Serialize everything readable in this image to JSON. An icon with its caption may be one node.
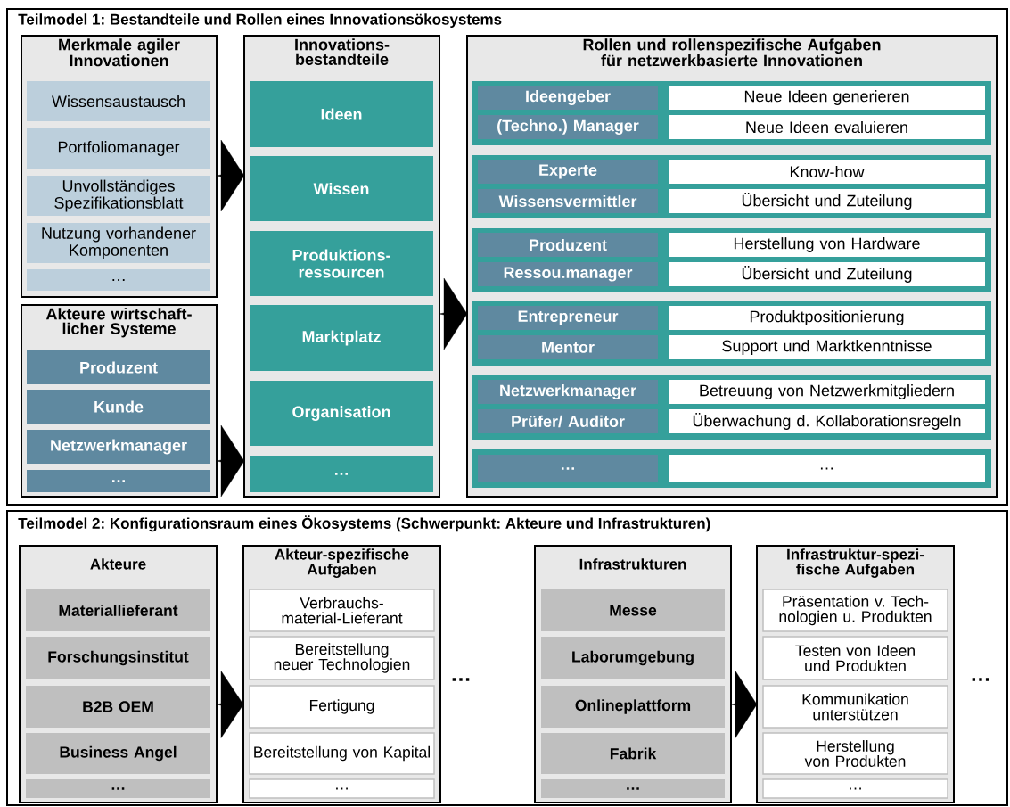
{
  "diagram": {
    "nodes": [
      {
        "text": [
          "Teilmodel 1: Bestandteile und Rollen eines Innovationsökosystems"
        ]
      },
      {
        "text": [
          "Merkmale agiler Innovationen"
        ],
        "in": 0
      },
      {
        "text": [
          "Wissensaustausch"
        ],
        "in": 1
      },
      {
        "text": [
          "Portfoliomanager"
        ],
        "in": 1
      },
      {
        "text": [
          "Unvollständiges Spezifikationsblatt"
        ],
        "in": 1
      },
      {
        "text": [
          "Nutzung vorhandener Komponenten"
        ],
        "in": 1
      },
      {
        "text": [
          "…"
        ],
        "in": 1
      },
      {
        "text": [
          "Akteure wirtschaft- licher Systeme"
        ],
        "in": 0
      },
      {
        "text": [
          "Produzent"
        ],
        "in": 7
      },
      {
        "text": [
          "Kunde"
        ],
        "in": 7
      },
      {
        "text": [
          "Netzwerkmanager"
        ],
        "in": 7
      },
      {
        "text": [
          "…"
        ],
        "in": 7
      },
      {
        "text": [
          "Innovations- bestandteile"
        ],
        "in": 0
      },
      {
        "text": [
          "Ideen"
        ],
        "in": 12
      },
      {
        "text": [
          "Wissen"
        ],
        "in": 12
      },
      {
        "text": [
          "Produktions- ressourcen"
        ],
        "in": 12
      },
      {
        "text": [
          "Marktplatz"
        ],
        "in": 12
      },
      {
        "text": [
          "Organisation"
        ],
        "in": 12
      },
      {
        "text": [
          "…"
        ],
        "in": 12
      },
      {
        "text": [
          "Rollen und rollenspezifische Aufgaben für netzwerkbasierte Innovationen"
        ],
        "in": 0
      },
      {
        "text": [],
        "shape": "box",
        "in": 19
      },
      {
        "text": [
          "Ideengeber"
        ],
        "in": 20
      },
      {
        "text": [
          "Neue Ideen generieren"
        ],
        "in": 20
      },
      {
        "text": [
          "(Techno.) Manager"
        ],
        "in": 20
      },
      {
        "text": [
          "Neue Ideen evaluieren"
        ],
        "in": 20
      },
      {
        "text": [],
        "shape": "box",
        "in": 19
      },
      {
        "text": [
          "Experte"
        ],
        "in": 25
      },
      {
        "text": [
          "Know-how"
        ],
        "in": 25
      },
      {
        "text": [
          "Wissensvermittler"
        ],
        "in": 25
      },
      {
        "text": [
          "Übersicht und Zuteilung"
        ],
        "in": 25
      },
      {
        "text": [],
        "shape": "box",
        "in": 19
      },
      {
        "text": [
          "Produzent"
        ],
        "in": 30
      },
      {
        "text": [
          "Herstellung von Hardware"
        ],
        "in": 30
      },
      {
        "text": [
          "Ressou.manager"
        ],
        "in": 30
      },
      {
        "text": [
          "Übersicht und Zuteilung"
        ],
        "in": 30
      },
      {
        "text": [],
        "shape": "box",
        "in": 19
      },
      {
        "text": [
          "Entrepreneur"
        ],
        "in": 35
      },
      {
        "text": [
          "Produktpositionierung"
        ],
        "in": 35
      },
      {
        "text": [
          "Mentor"
        ],
        "in": 35
      },
      {
        "text": [
          "Support und Marktkenntnisse"
        ],
        "in": 35
      },
      {
        "text": [],
        "shape": "box",
        "in": 19
      },
      {
        "text": [
          "Netzwerkmanager"
        ],
        "in": 40
      },
      {
        "text": [
          "Betreuung von Netzwerkmitgliedern"
        ],
        "in": 40
      },
      {
        "text": [
          "Prüfer/ Auditor"
        ],
        "in": 40
      },
      {
        "text": [
          "Überwachung d. Kollaborationsregeln"
        ],
        "in": 40
      },
      {
        "text": [],
        "shape": "box",
        "in": 19
      },
      {
        "text": [
          "…"
        ],
        "in": 45
      },
      {
        "text": [
          "…"
        ],
        "in": 45
      },
      {
        "text": [
          "Teilmodel 2: Konfigurationsraum eines Ökosystems (Schwerpunkt: Akteure und Infrastrukturen)"
        ]
      },
      {
        "text": [
          "Akteure"
        ],
        "in": 48
      },
      {
        "text": [
          "Materiallieferant"
        ],
        "in": 49
      },
      {
        "text": [
          "Forschungsinstitut"
        ],
        "in": 49
      },
      {
        "text": [
          "B2B OEM"
        ],
        "in": 49
      },
      {
        "text": [
          "Business Angel"
        ],
        "in": 49
      },
      {
        "text": [
          "…"
        ],
        "in": 49
      },
      {
        "text": [
          "Akteur-spezifische Aufgaben"
        ],
        "in": 48
      },
      {
        "text": [
          "Verbrauchs- material-Lieferant"
        ],
        "in": 55
      },
      {
        "text": [
          "Bereitstellung neuer Technologien"
        ],
        "in": 55
      },
      {
        "text": [
          "Fertigung"
        ],
        "in": 55
      },
      {
        "text": [
          "Bereitstellung von Kapital"
        ],
        "in": 55
      },
      {
        "text": [
          "…"
        ],
        "in": 55
      },
      {
        "text": [
          "Infrastrukturen"
        ],
        "in": 48
      },
      {
        "text": [
          "Messe"
        ],
        "in": 61
      },
      {
        "text": [
          "Laborumgebung"
        ],
        "in": 61
      },
      {
        "text": [
          "Onlineplattform"
        ],
        "in": 61
      },
      {
        "text": [
          "Fabrik"
        ],
        "in": 61
      },
      {
        "text": [
          "…"
        ],
        "in": 61
      },
      {
        "text": [
          "Infrastruktur-spezi- fische Aufgaben"
        ],
        "in": 48
      },
      {
        "text": [
          "Präsentation v. Tech- nologien u. Produkten"
        ],
        "in": 67
      },
      {
        "text": [
          "Testen von Ideen und Produkten"
        ],
        "in": 67
      },
      {
        "text": [
          "Kommunikation unterstützen"
        ],
        "in": 67
      },
      {
        "text": [
          "Herstellung von Produkten"
        ],
        "in": 67
      },
      {
        "text": [
          "…"
        ],
        "in": 67
      }
    ],
    "edges": [
      {
        "from": 1,
        "to": 12,
        "arrow": "to"
      },
      {
        "from": 7,
        "to": 12,
        "arrow": "to"
      },
      {
        "from": 12,
        "to": 19,
        "arrow": "to"
      },
      {
        "from": 49,
        "to": 55,
        "arrow": "to"
      },
      {
        "from": 61,
        "to": 67,
        "arrow": "to"
      }
    ],
    "labels": [
      "…",
      "…"
    ]
  }
}
